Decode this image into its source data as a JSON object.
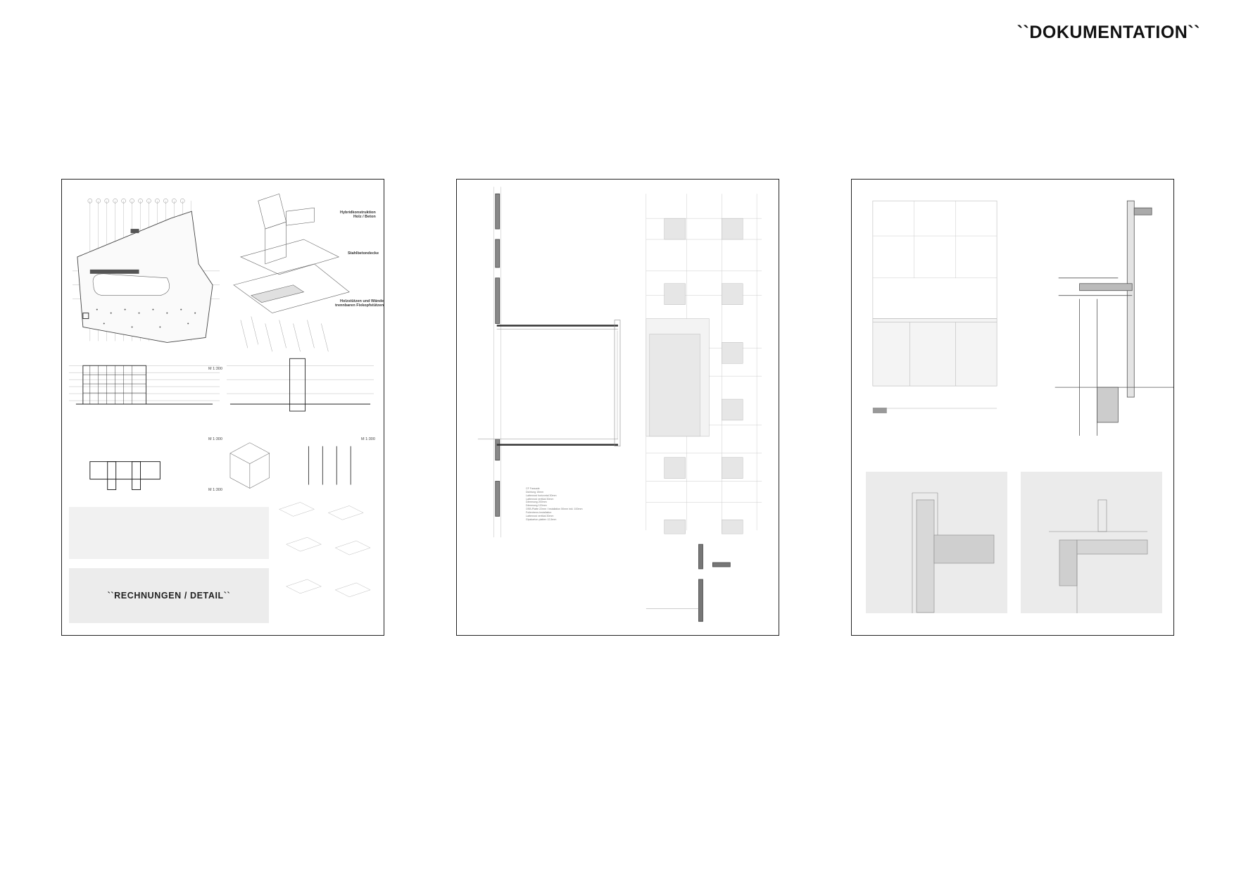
{
  "document": {
    "title": "``DOKUMENTATION``"
  },
  "sheet1": {
    "scale_plan": "M 1:300",
    "scale_elevation": "M 1:300",
    "scale_section": "M 1:300",
    "scale_floorplan": "M 1:300",
    "layer_hybrid": "Hybridkonstruktion\nHolz / Beton",
    "layer_slab": "Stahlbetondecke",
    "layer_columns": "Holzstützen und Wände\ntrennbaren Fixkopfstützen",
    "detail_label": "``RECHNUNGEN / DETAIL``"
  },
  "sheet2": {
    "legend": [
      "CF Fassade",
      "Dichtung 15mm",
      "Lattenrost horizontal 30mm",
      "Lattenrost vertikal 30mm",
      "Dämmung 200mm",
      "Dämmung 120mm",
      "OSB-Platte 22mm / Installation 50mm inkl. 100mm",
      "Folientrenn-Installation",
      "Lattenrost vertikal 30mm",
      "Gipskarton-platten 12,5mm"
    ]
  },
  "colors": {
    "frame": "#222222",
    "panel_grey": "#ebebeb",
    "line": "#9a9a9a"
  }
}
